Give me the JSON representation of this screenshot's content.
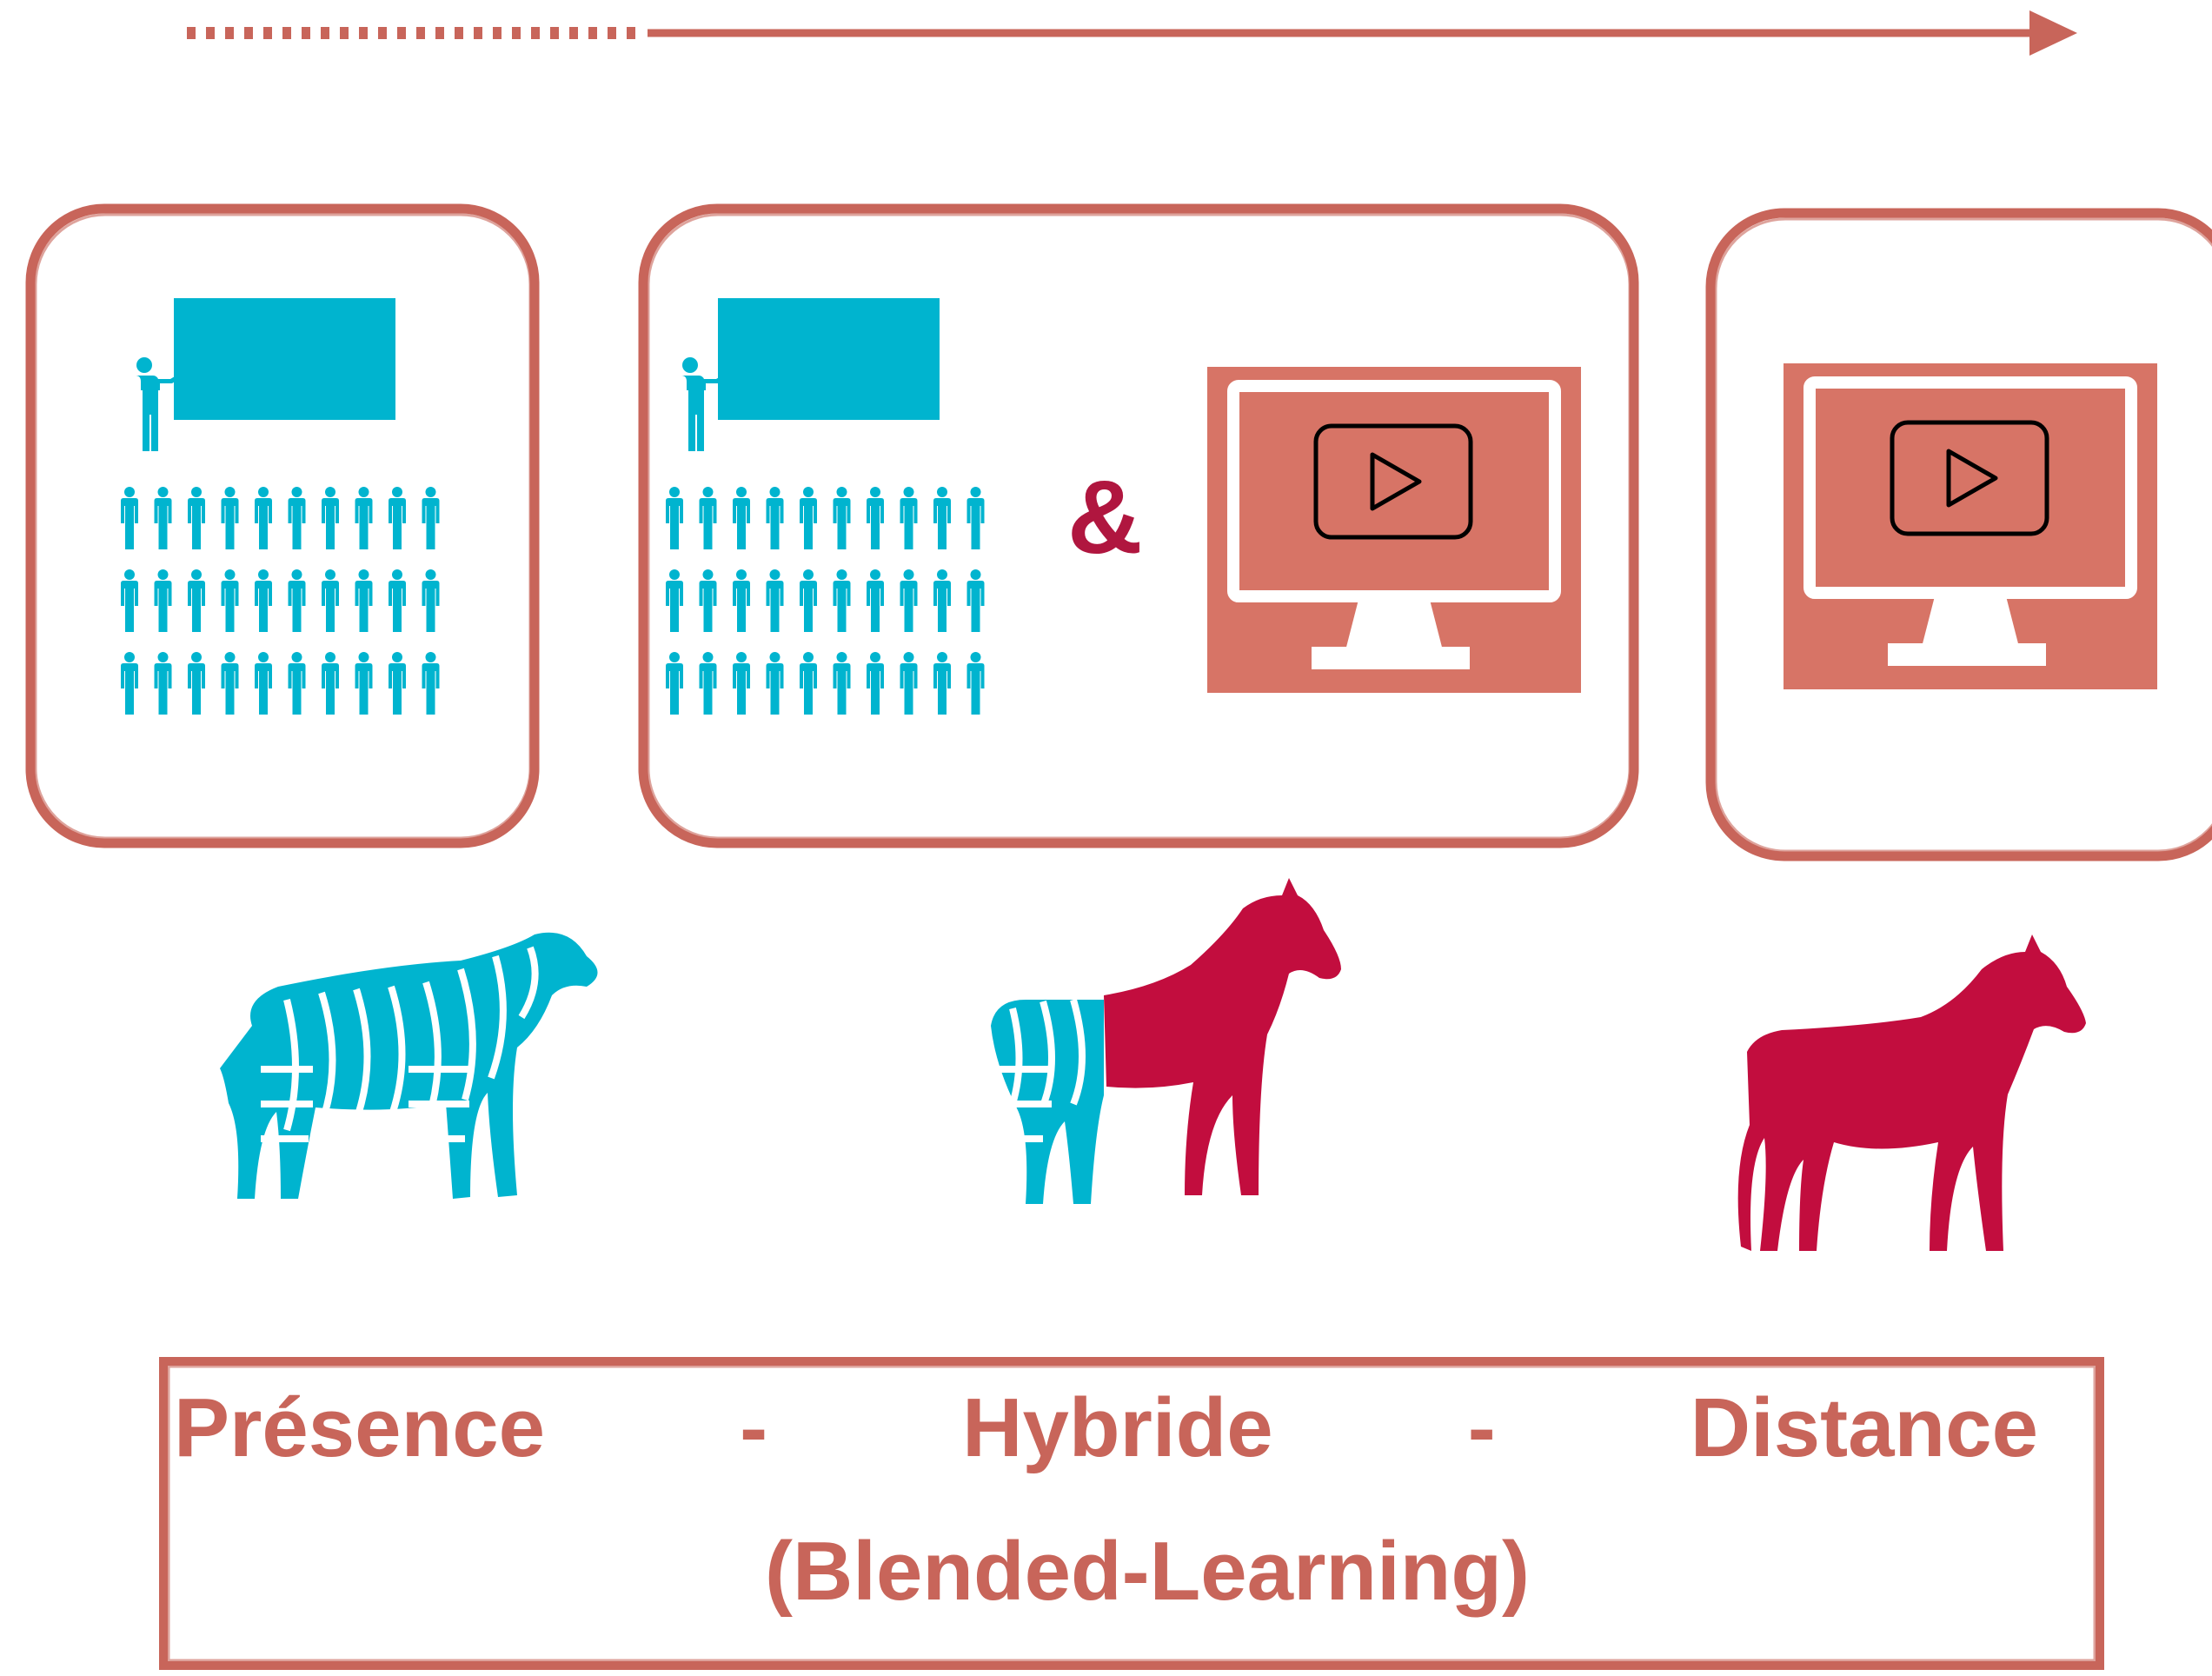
{
  "colors": {
    "accent": "#c8655a",
    "screen": "#d77466",
    "teal": "#00b4cf",
    "crimson": "#c20d3e",
    "ampersand": "#b0163f",
    "ink": "#000000"
  },
  "panels": [
    {
      "name": "presence",
      "icons": [
        "teacher-board-icon",
        "students-crowd-icon"
      ]
    },
    {
      "name": "hybride",
      "icons": [
        "teacher-board-icon",
        "students-crowd-icon",
        "monitor-play-icon"
      ],
      "connector": "&"
    },
    {
      "name": "distance",
      "icons": [
        "monitor-play-icon"
      ]
    }
  ],
  "animals": [
    "zebra-icon",
    "zebra-horse-hybrid-icon",
    "horse-icon"
  ],
  "caption": {
    "word1": "Présence",
    "sep1": "-",
    "word2": "Hybride",
    "sep2": "-",
    "word3": "Distance",
    "subtitle": "(Blended-Learning)"
  }
}
